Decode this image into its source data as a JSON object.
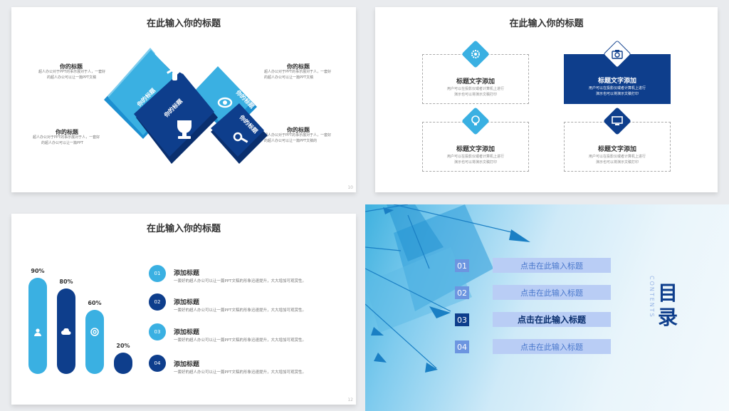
{
  "slide1": {
    "title": "在此输入你的标题",
    "page": "10",
    "labels": [
      {
        "title": "你的标题",
        "desc1": "超人办公对于PPT的事示展对于人，一套好",
        "desc2": "的超人办公可以让一篇PPT文稿"
      },
      {
        "title": "你的标题",
        "desc1": "超人办公对于PPT的事示展对于人，一套好",
        "desc2": "的超人办公可以让一篇PPT"
      },
      {
        "title": "你的标题",
        "desc1": "超人办公对于PPT的事示展对于人，一套好",
        "desc2": "的超人办公可以让一篇PPT文稿"
      },
      {
        "title": "你的标题",
        "desc1": "超人办公对于PPT的事示展对于人，一套好",
        "desc2": "的超人办公可以让一篇PPT文稿的"
      }
    ],
    "cube_labels": [
      "你的标题",
      "你的标题",
      "你的标题",
      "你的标题"
    ]
  },
  "slide2": {
    "title": "在此输入你的标题",
    "boxes": [
      {
        "title": "标题文字添加",
        "desc1": "用户可以在投影仪或者计算机上进行",
        "desc2": "演示也可以将演示文稿打印",
        "icon": "gear-icon"
      },
      {
        "title": "标题文字添加",
        "desc1": "用户可以在投影仪或者计算机上进行",
        "desc2": "演示也可以将演示文稿打印",
        "icon": "camera-icon"
      },
      {
        "title": "标题文字添加",
        "desc1": "用户可以在投影仪或者计算机上进行",
        "desc2": "演示也可以将演示文稿打印",
        "icon": "lightbulb-icon"
      },
      {
        "title": "标题文字添加",
        "desc1": "用户可以在投影仪或者计算机上进行",
        "desc2": "演示也可以将演示文稿打印",
        "icon": "monitor-icon"
      }
    ]
  },
  "slide3": {
    "title": "在此输入你的标题",
    "page": "12",
    "bars": [
      {
        "pct": "90%",
        "value": 90,
        "color": "#3ab0e2",
        "icon": "user-icon"
      },
      {
        "pct": "80%",
        "value": 80,
        "color": "#0e3e8c",
        "icon": "cloud-icon"
      },
      {
        "pct": "60%",
        "value": 60,
        "color": "#3ab0e2",
        "icon": "lifebuoy-icon"
      },
      {
        "pct": "20%",
        "value": 20,
        "color": "#0e3e8c",
        "icon": "gear-icon"
      }
    ],
    "items": [
      {
        "num": "01",
        "title": "添加标题",
        "desc": "一套好的超人办公可以让一篇PPT文稿的形象迅速提升，大大增加可观赏性。"
      },
      {
        "num": "02",
        "title": "添加标题",
        "desc": "一套好的超人办公可以让一篇PPT文稿的形象迅速提升，大大增加可观赏性。"
      },
      {
        "num": "03",
        "title": "添加标题",
        "desc": "一套好的超人办公可以让一篇PPT文稿的形象迅速提升，大大增加可观赏性。"
      },
      {
        "num": "04",
        "title": "添加标题",
        "desc": "一套好的超人办公可以让一篇PPT文稿的形象迅速提升，大大增加可观赏性。"
      }
    ]
  },
  "slide4": {
    "title_line1": "目",
    "title_line2": "录",
    "contents_word": "CONTENTS",
    "entries": [
      {
        "num": "01",
        "label": "点击在此输入标题"
      },
      {
        "num": "02",
        "label": "点击在此输入标题"
      },
      {
        "num": "03",
        "label": "点击在此输入标题"
      },
      {
        "num": "04",
        "label": "点击在此输入标题"
      }
    ],
    "colors": {
      "dark": "#0e3e8c",
      "light": "#6c95e0",
      "bar": "#b9cdf5"
    }
  }
}
